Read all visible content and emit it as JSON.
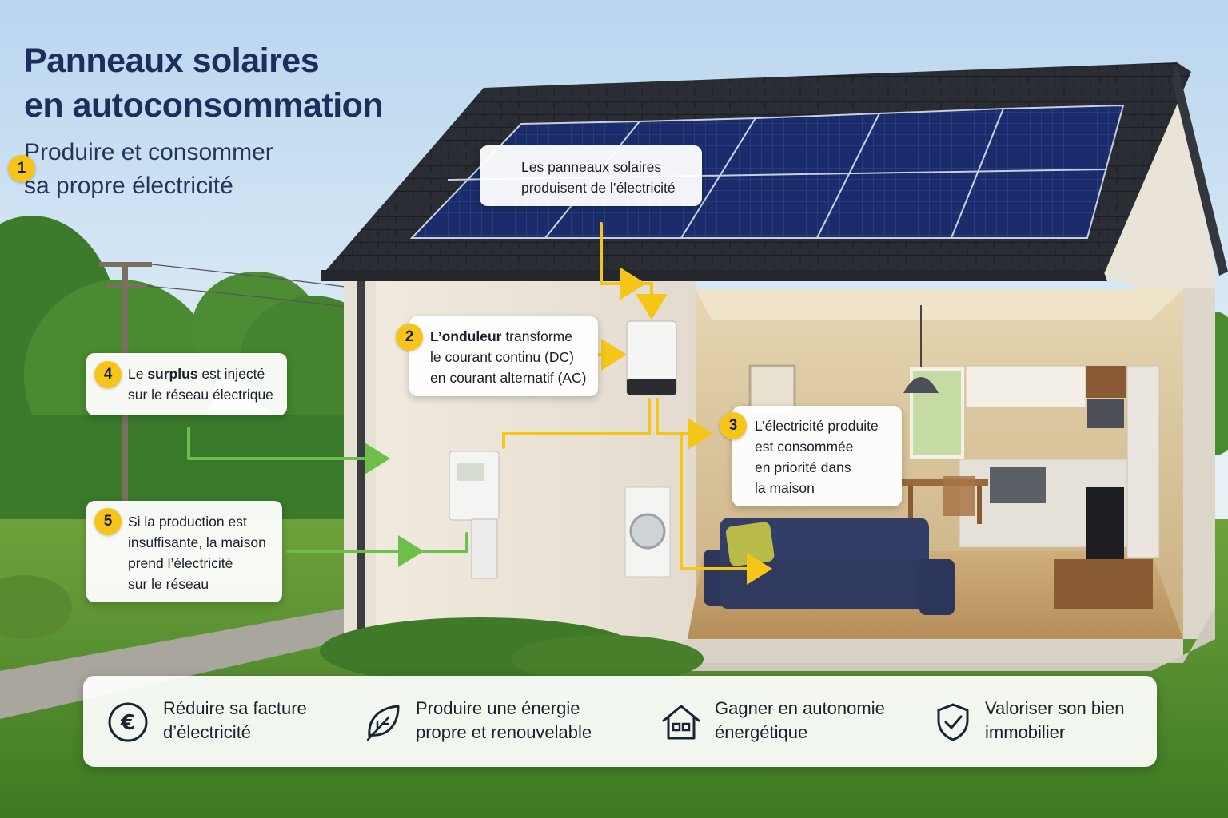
{
  "header": {
    "title_line1": "Panneaux solaires",
    "title_line2": "en autoconsommation",
    "subtitle_line1": "Produire et consommer",
    "subtitle_line2": "sa propre électricité"
  },
  "steps": [
    {
      "number": "1",
      "lines": [
        "Les panneaux solaires",
        "produisent de l’électricité"
      ]
    },
    {
      "number": "2",
      "bold": "L’onduleur",
      "rest": " transforme",
      "lines": [
        "le courant continu (DC)",
        "en courant alternatif (AC)"
      ]
    },
    {
      "number": "3",
      "lines": [
        "L’électricité produite",
        "est consommée",
        "en priorité dans",
        "la maison"
      ]
    },
    {
      "number": "4",
      "prefix": "Le ",
      "bold": "surplus",
      "rest": " est injecté",
      "lines": [
        "sur le réseau électrique"
      ]
    },
    {
      "number": "5",
      "lines": [
        "Si la production est",
        "insuffisante, la maison",
        "prend l’électricité",
        "sur le réseau"
      ]
    }
  ],
  "benefits": [
    {
      "icon": "euro-icon",
      "lines": [
        "Réduire sa facture",
        "d’électricité"
      ]
    },
    {
      "icon": "leaf-icon",
      "lines": [
        "Produire une énergie",
        "propre et renouvelable"
      ]
    },
    {
      "icon": "house-icon",
      "lines": [
        "Gagner en autonomie",
        "énergétique"
      ]
    },
    {
      "icon": "shield-check-icon",
      "lines": [
        "Valoriser son bien",
        "immobilier"
      ]
    }
  ],
  "colors": {
    "title": "#1c2f5c",
    "badge": "#f7c51a",
    "flow_yellow": "#f5c518",
    "flow_green": "#6cc04a",
    "panel": "#1a2c6b",
    "roof": "#2a2d33",
    "sofa": "#2f3a5e"
  }
}
